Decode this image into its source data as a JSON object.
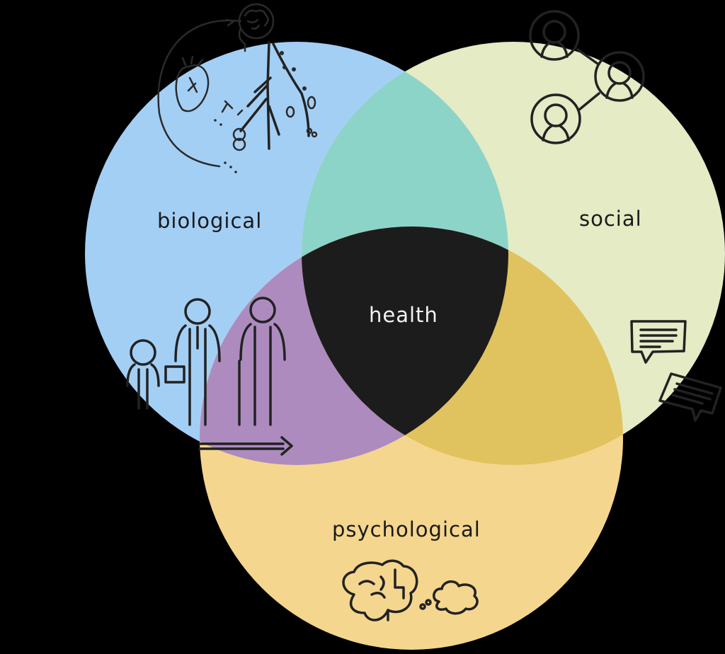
{
  "diagram": {
    "type": "venn",
    "background": "#000000",
    "circles": [
      {
        "id": "biological",
        "label": "biological",
        "color": "#a4cff5"
      },
      {
        "id": "social",
        "label": "social",
        "color": "#e4ebc5"
      },
      {
        "id": "psychological",
        "label": "psychological",
        "color": "#f4d68e"
      }
    ],
    "intersections": [
      {
        "sets": [
          "biological",
          "social"
        ],
        "color": "#8cd4c8"
      },
      {
        "sets": [
          "biological",
          "psychological"
        ],
        "color": "#ad8bbf"
      },
      {
        "sets": [
          "social",
          "psychological"
        ],
        "color": "#e0c35e"
      },
      {
        "sets": [
          "biological",
          "social",
          "psychological"
        ],
        "color": "#1c1c1c",
        "label": "health"
      }
    ],
    "icons": {
      "biological": [
        "brain-body-nervous-system-icon",
        "heart-icon",
        "life-stages-people-icon",
        "arrow-right-icon"
      ],
      "social": [
        "connected-people-network-icon",
        "speech-bubbles-icon"
      ],
      "psychological": [
        "puzzle-brain-icon",
        "thought-cloud-icon"
      ]
    }
  },
  "labels": {
    "biological": "biological",
    "social": "social",
    "psychological": "psychological",
    "center": "health"
  }
}
